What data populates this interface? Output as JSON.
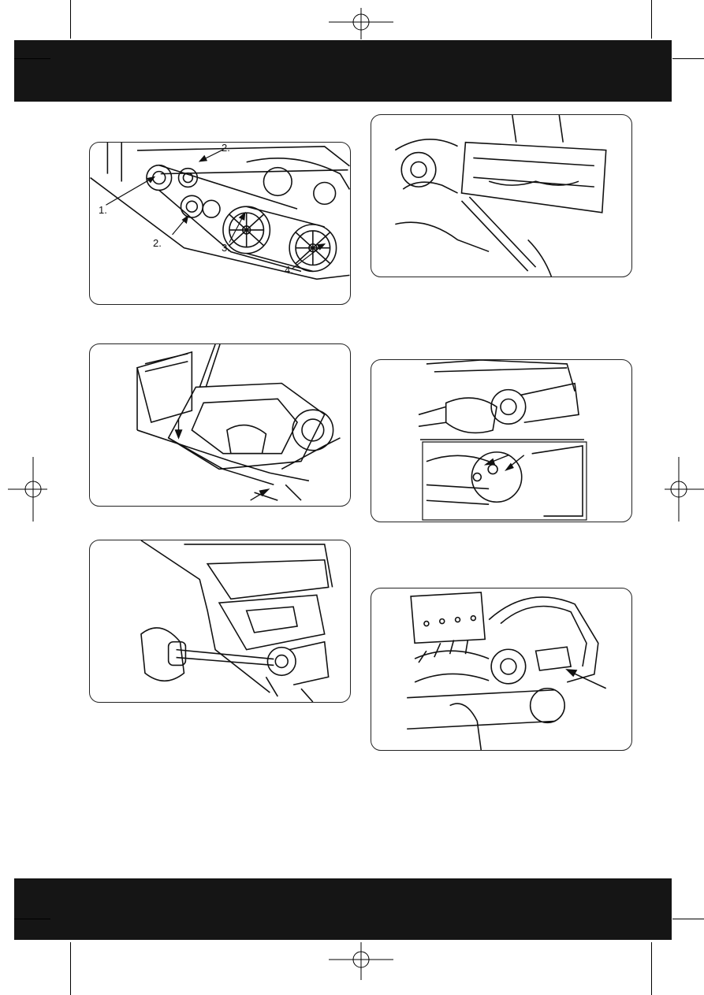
{
  "page": {
    "background": "#ffffff",
    "bar_color": "#151515"
  },
  "figures": [
    {
      "id": "fig-belt-drive",
      "callouts": [
        "1.",
        "2.",
        "2.",
        "3.",
        "4."
      ]
    },
    {
      "id": "fig-open-housing",
      "callouts": []
    },
    {
      "id": "fig-screwdriver",
      "callouts": []
    },
    {
      "id": "fig-remove-brush",
      "callouts": []
    },
    {
      "id": "fig-end-cap",
      "callouts": []
    },
    {
      "id": "fig-brush-install",
      "callouts": []
    }
  ],
  "icons": [
    "registration-mark-icon",
    "crop-mark-icon",
    "arrow-icon"
  ]
}
